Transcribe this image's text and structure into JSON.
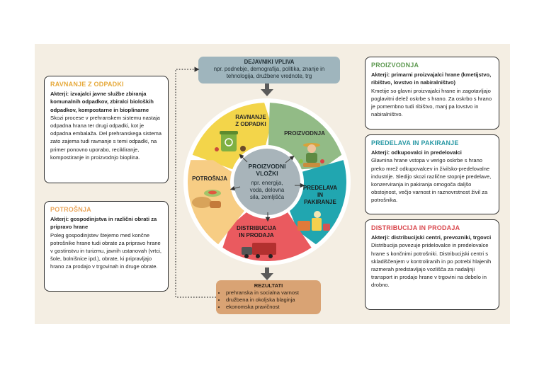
{
  "drivers": {
    "title": "DEJAVNIKI VPLIVA",
    "line1": "npr. podnebje, demografija, politika, znanje in",
    "line2": "tehnologija, družbene vrednote, trg"
  },
  "center": {
    "title1": "PROIZVODNI",
    "title2": "VLOŽKI",
    "line1": "npr. energija,",
    "line2": "voda, delovna",
    "line3": "sila, zemljišča"
  },
  "segments": {
    "ravnanje": [
      "RAVNANJE",
      "Z ODPADKI"
    ],
    "proizvodnja": [
      "PROIZVODNJA"
    ],
    "predelava": [
      "PREDELAVA",
      "IN",
      "PAKIRANJE"
    ],
    "distribucija": [
      "DISTRIBUCIJA",
      "IN PRODAJA"
    ],
    "potrosnja": [
      "POTROŠNJA"
    ]
  },
  "results": {
    "title": "REZULTATI",
    "items": [
      "prehranska in socialna varnost",
      "družbena in okoljska blaginja",
      "ekonomska pravičnost"
    ]
  },
  "cards": {
    "ravnanje": {
      "title": "RAVNANJE Z ODPADKI",
      "actors": "Akterji: izvajalci javne službe zbiranja komunalnih odpadkov, zbiralci bioloških odpadkov, kompostarne in bioplinarne",
      "body": "Skozi procese v prehranskem sistemu nastaja odpadna hrana ter drugi odpadki, kot je odpadna embalaža. Del prehranskega sistema zato zajema tudi ravnanje s temi odpadki, na primer ponovno uporabo, recikliranje, kompostiranje in proizvodnjo bioplina."
    },
    "potrosnja": {
      "title": "POTROŠNJA",
      "actors": "Akterji: gospodinjstva in različni obrati za pripravo hrane",
      "body": "Poleg gospodinjstev štejemo med končne potrošnike hrane tudi obrate za pripravo hrane v gostinstvu in turizmu, javnih ustanovah (vrtci, šole, bolnišnice ipd.), obrate, ki pripravljajo hrano za prodajo v trgovinah in druge obrate."
    },
    "proizvodnja": {
      "title": "PROIZVODNJA",
      "actors": "Akterji: primarni proizvajalci hrane (kmetijstvo, ribištvo, lovstvo in nabiralništvo)",
      "body": "Kmetije so glavni proizvajalci hrane in zagotavljajo poglavitni delež oskrbe s hrano. Za oskrbo s hrano je pomembno tudi ribištvo, manj pa lovstvo in nabiralništvo."
    },
    "predelava": {
      "title": "PREDELAVA IN PAKIRANJE",
      "actors": "Akterji: odkupovalci in predelovalci",
      "body": "Glavnina hrane vstopa v verigo oskrbe s hrano preko mrež odkupovalcev in živilsko-predelovalne industrije. Sledijo skozi različne stopnje predelave, konzerviranja in pakiranja omogoča daljšo obstojnost, večjo varnost in raznovrstnost živil za potrošnika."
    },
    "distribucija": {
      "title": "DISTRIBUCIJA IN PRODAJA",
      "actors": "Akterji: distribucijski centri, prevozniki, trgovci",
      "body": "Distribucija povezuje pridelovalce in predelovalce hrane s končnimi potrošniki. Distribucijski centri s skladiščenjem v kontroliranih in po potrebi hlajenih razmerah predstavljajo vozlišča za nadaljnji transport in prodajo hrane v trgovini na debelo in drobno."
    }
  },
  "colors": {
    "ravnanje": "#f3d54a",
    "proizvodnja": "#92bb86",
    "predelava": "#21a6b0",
    "distribucija": "#ea5a5f",
    "potrosnja": "#f7cd84",
    "center": "#a8b4ba",
    "title_waste": "#e6a93a",
    "title_cons": "#e9a55a",
    "title_prod": "#5f9a52",
    "title_proc": "#2898a4",
    "title_dist": "#d9474d"
  }
}
